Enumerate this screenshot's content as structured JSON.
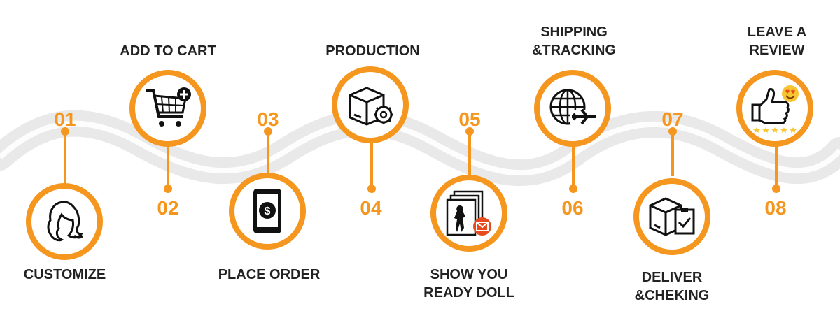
{
  "steps": [
    {
      "number": "01",
      "label": "CUSTOMIZE",
      "icon": "hair-silhouette-icon"
    },
    {
      "number": "02",
      "label": "ADD TO CART",
      "icon": "shopping-cart-add-icon"
    },
    {
      "number": "03",
      "label": "PLACE ORDER",
      "icon": "payment-tablet-icon"
    },
    {
      "number": "04",
      "label": "PRODUCTION",
      "icon": "box-gear-icon"
    },
    {
      "number": "05",
      "label": "SHOW YOU\nREADY DOLL",
      "icon": "photos-mail-icon"
    },
    {
      "number": "06",
      "label": "SHIPPING\n&TRACKING",
      "icon": "globe-plane-icon"
    },
    {
      "number": "07",
      "label": "DELIVER\n&CHEKING",
      "icon": "box-checklist-icon"
    },
    {
      "number": "08",
      "label": "LEAVE A\nREVIEW",
      "icon": "thumbs-up-stars-icon"
    }
  ],
  "colors": {
    "accent": "#f5961e",
    "text": "#222222",
    "wave": "#eeeeee"
  }
}
